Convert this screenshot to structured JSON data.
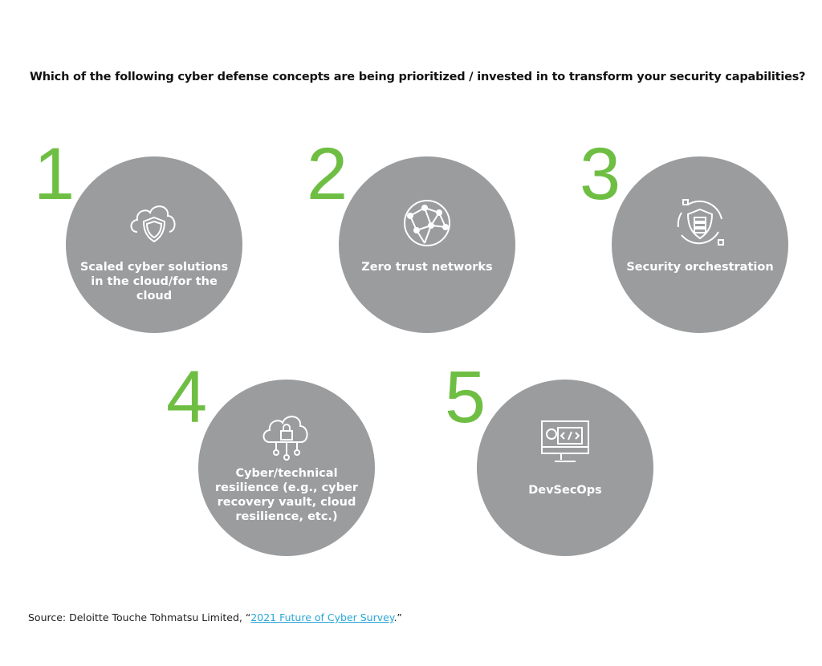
{
  "question": "Which of the following cyber defense concepts are being prioritized / invested in to transform your security capabilities?",
  "items": [
    {
      "number": "1",
      "label": "Scaled cyber solutions in the cloud/for the cloud",
      "icon": "cloud-shield-icon"
    },
    {
      "number": "2",
      "label": "Zero trust networks",
      "icon": "network-globe-icon"
    },
    {
      "number": "3",
      "label": "Security orchestration",
      "icon": "shield-server-icon"
    },
    {
      "number": "4",
      "label": "Cyber/technical resilience (e.g., cyber recovery vault, cloud resilience, etc.)",
      "icon": "cloud-lock-icon"
    },
    {
      "number": "5",
      "label": "DevSecOps",
      "icon": "monitor-code-icon"
    }
  ],
  "source": {
    "prefix": "Source: Deloitte Touche Tohmatsu Limited, “",
    "link": "2021 Future of Cyber Survey",
    "suffix": ".”"
  },
  "colors": {
    "circle": "#9b9c9e",
    "number": "#6fbe44",
    "link": "#2aa6d8"
  }
}
